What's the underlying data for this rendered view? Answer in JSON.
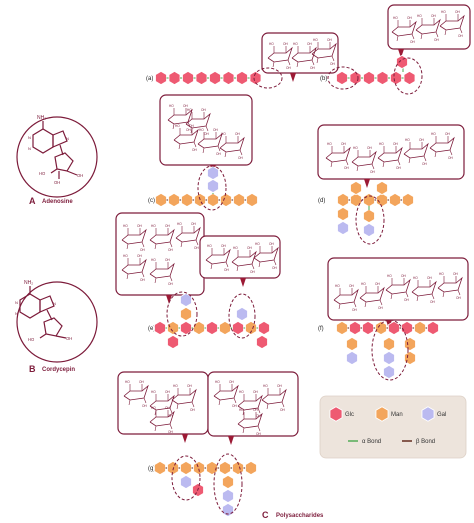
{
  "colors": {
    "glc": "#ee5a72",
    "man": "#f3a55c",
    "gal": "#bbbaf0",
    "frame": "#7d1c3b",
    "alpha_bond": "#4aa84e",
    "beta_bond": "#5a1f12",
    "legend_bg": "#ede4dc"
  },
  "panel_labels": {
    "A": "A",
    "A_name": "Adenosine",
    "B": "B",
    "B_name": "Cordycepin",
    "C": "C",
    "C_name": "Polysaccharides"
  },
  "sub_labels": [
    "(a)",
    "(b)",
    "(c)",
    "(d)",
    "(e)",
    "(f)",
    "(g)"
  ],
  "legend": {
    "glc": "Glc",
    "man": "Man",
    "gal": "Gal",
    "alpha": "α Bond",
    "beta": "β Bond"
  },
  "icons": [
    "glc-hexagon-icon",
    "man-hexagon-icon",
    "gal-hexagon-icon",
    "alpha-bond-icon",
    "beta-bond-icon",
    "pointer-arrow-icon",
    "adenosine-structure-icon",
    "cordycepin-structure-icon",
    "sugar-ring-structure-icon"
  ]
}
